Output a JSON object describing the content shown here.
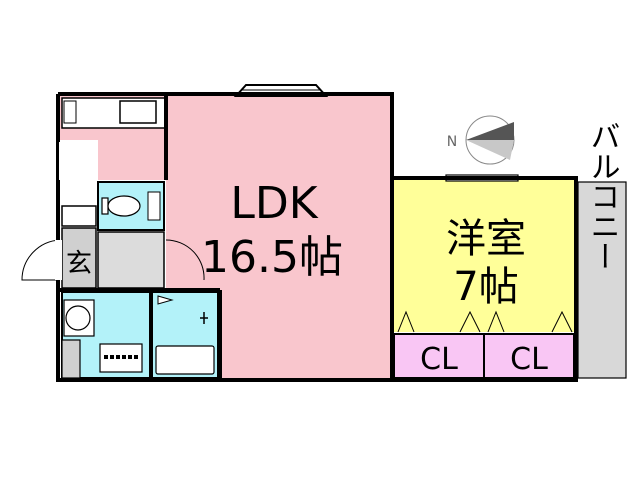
{
  "rooms": {
    "ldk": {
      "name": "LDK",
      "size": "16.5帖"
    },
    "western": {
      "name": "洋室",
      "size": "7帖"
    },
    "closet_1": {
      "label": "CL"
    },
    "closet_2": {
      "label": "CL"
    },
    "entrance": {
      "label": "玄"
    },
    "balcony": {
      "label": "バルコニー"
    }
  },
  "compass": {
    "label": "N"
  },
  "colors": {
    "ldk": "#f9c6cd",
    "western": "#ffff99",
    "closet": "#f9c6f4",
    "wet_area": "#b3f2f9",
    "balcony": "#d8d8d8",
    "entrance_floor": "#d0d0d0",
    "wall": "#000000"
  }
}
